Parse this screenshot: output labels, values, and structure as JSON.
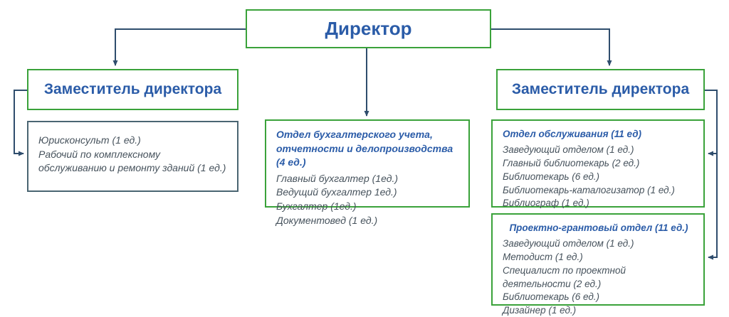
{
  "colors": {
    "box_border_green": "#3aa23a",
    "legal_box_border": "#4a6572",
    "heading_blue": "#2b5ca8",
    "item_text": "#46525c",
    "connector_line": "#2f4d6d"
  },
  "director": {
    "label": "Директор"
  },
  "deputy_left": {
    "label": "Заместитель директора"
  },
  "deputy_right": {
    "label": "Заместитель директора"
  },
  "legal": {
    "items": [
      "Юрисконсульт (1 ед.)",
      "Рабочий по комплексному обслуживанию и ремонту зданий (1 ед.)"
    ]
  },
  "accounting": {
    "title": "Отдел бухгалтерского учета, отчетности и делопроизводства (4 ед.)",
    "items": [
      "Главный бухгалтер (1ед.)",
      "Ведущий бухгалтер 1ед.)",
      "Бухгалтер (1ед.)",
      "Документовед (1 ед.)"
    ]
  },
  "service": {
    "title": "Отдел обслуживания (11 ед)",
    "items": [
      "Заведующий отделом (1 ед.)",
      "Главный библиотекарь (2 ед.)",
      "Библиотекарь (6 ед.)",
      "Библиотекарь-каталогизатор (1 ед.)",
      "Библиограф (1 ед.)"
    ]
  },
  "project": {
    "title": "Проектно-грантовый отдел (11 ед.)",
    "items": [
      "Заведующий отделом (1 ед.)",
      "Методист (1 ед.)",
      "Специалист по проектной деятельности (2 ед.)",
      "Библиотекарь (6 ед.)",
      "Дизайнер (1 ед.)"
    ]
  }
}
